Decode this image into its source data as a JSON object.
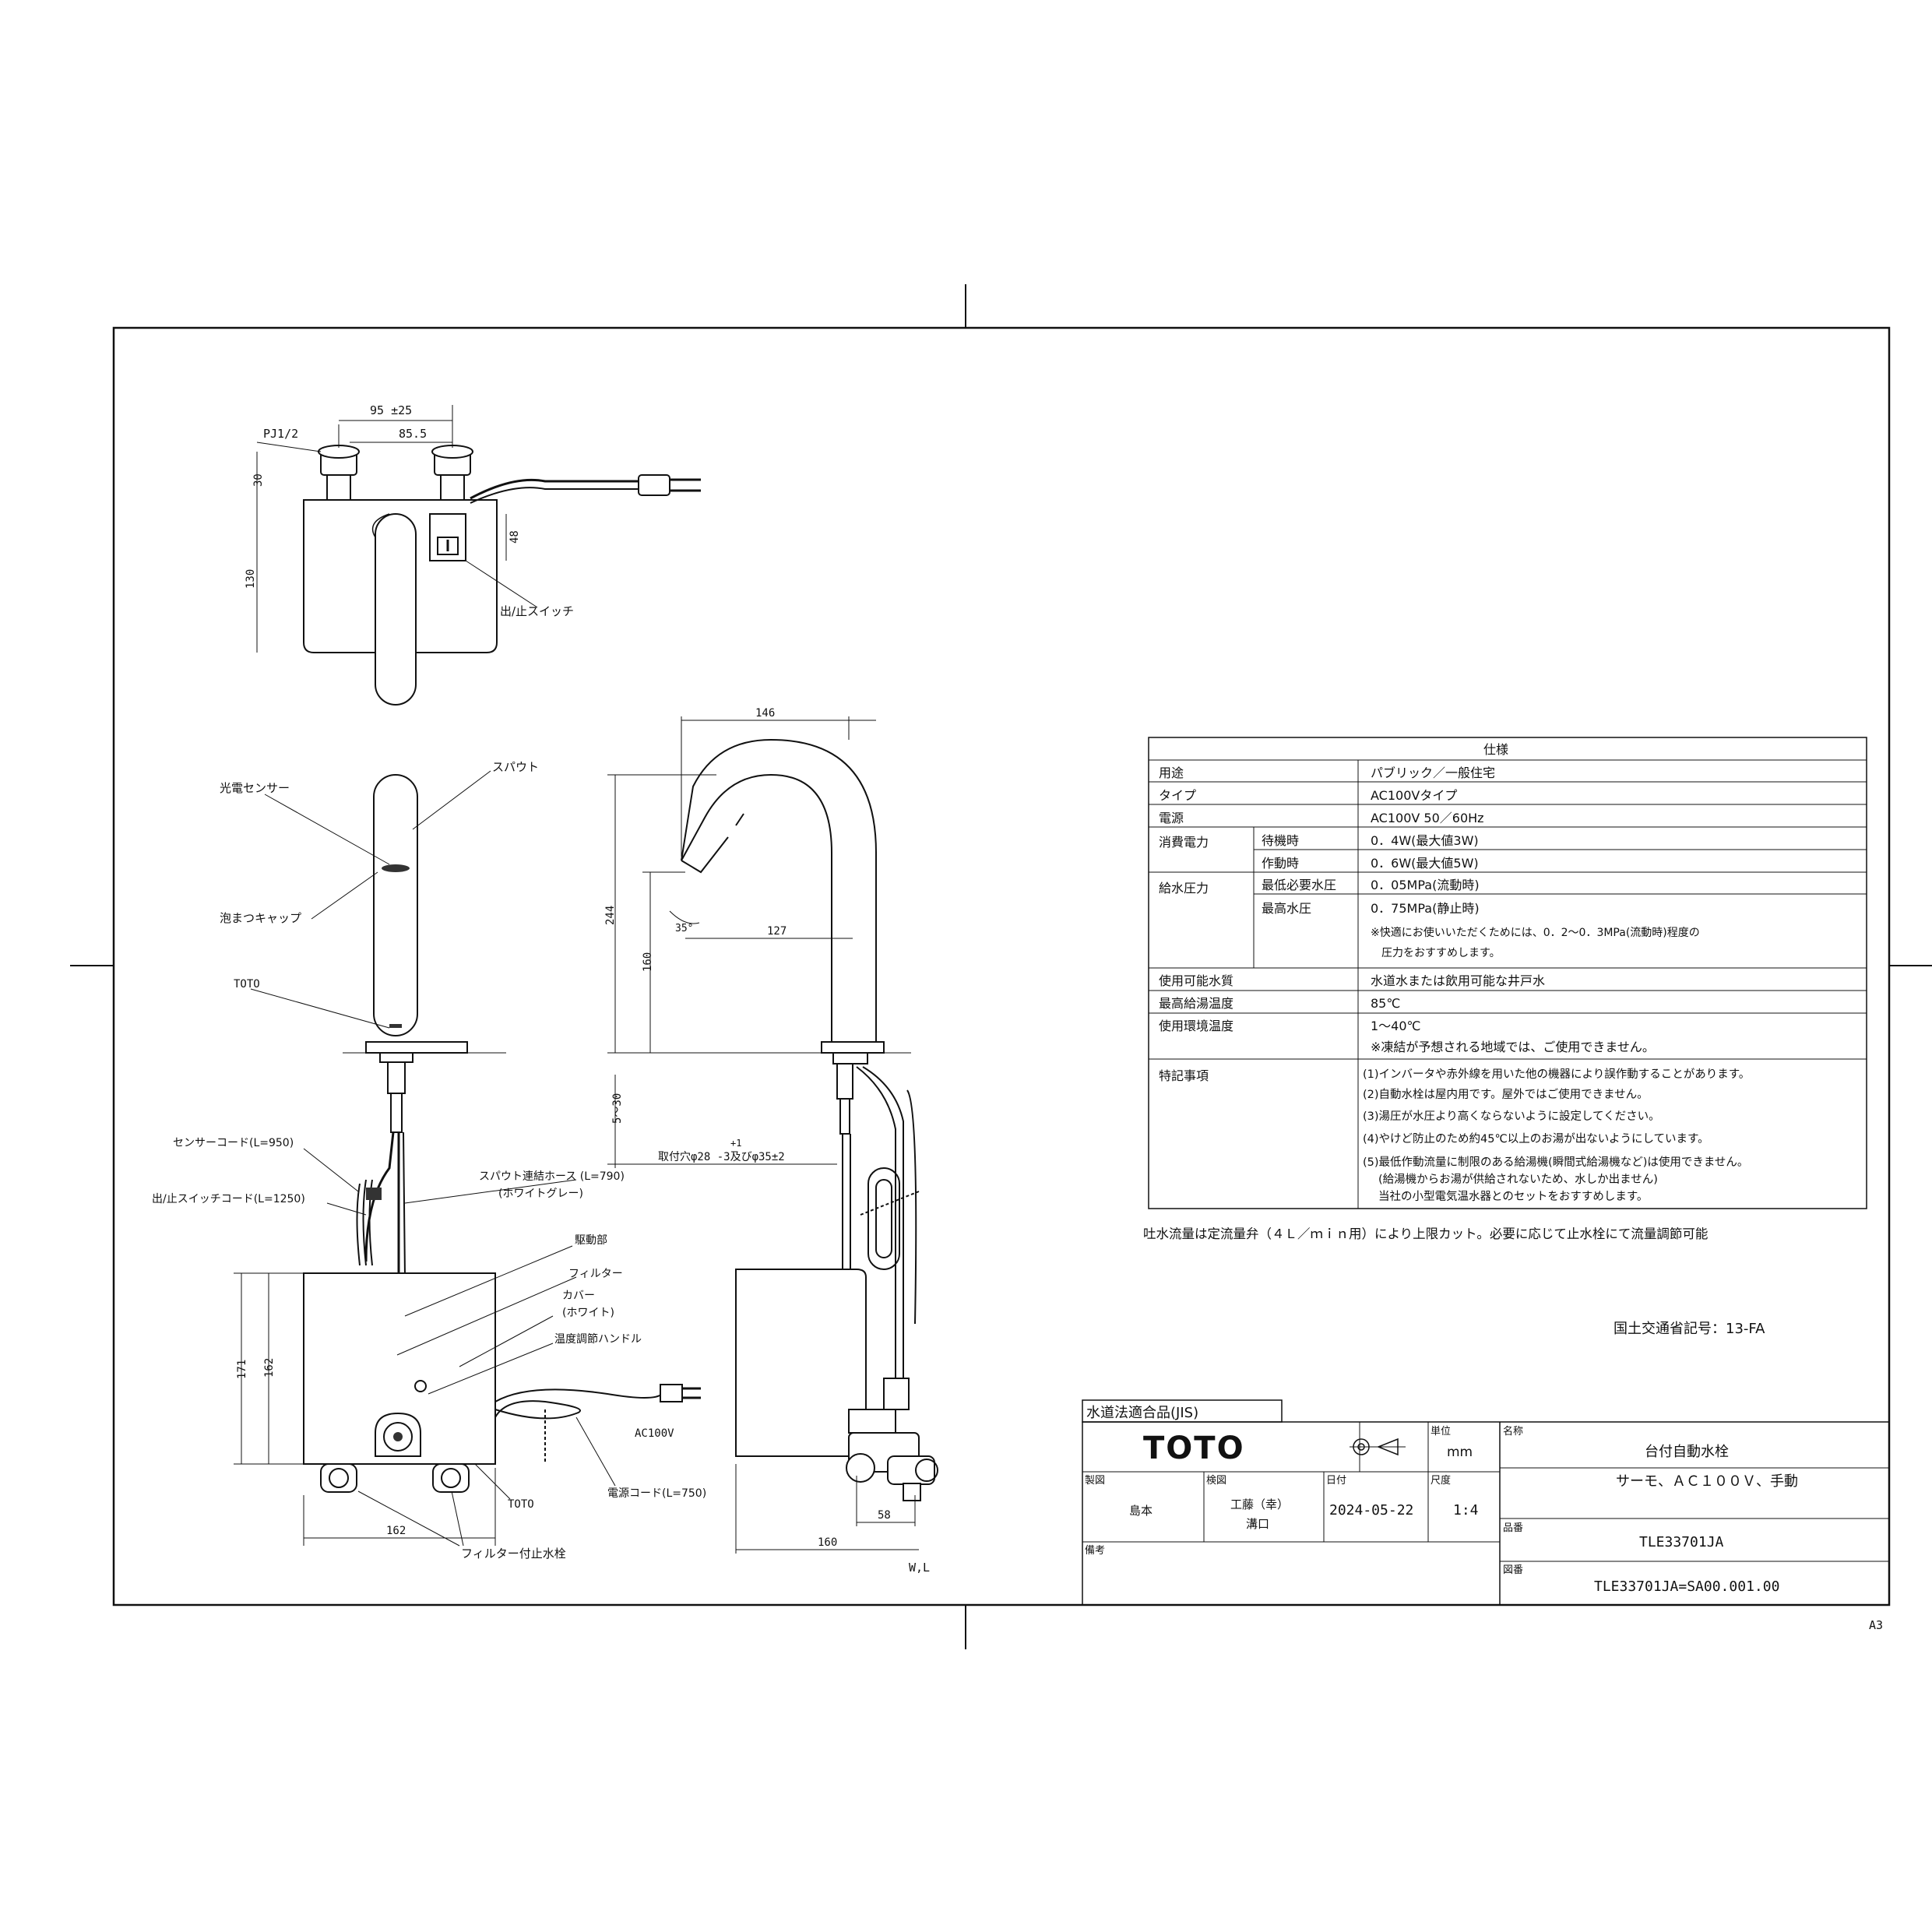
{
  "top_view": {
    "dim_95": "95 ±25",
    "dim_85": "85.5",
    "dim_30": "30",
    "dim_130": "130",
    "dim_48": "48",
    "label_pj": "PJ1/2",
    "label_switch": "出/止スイッチ"
  },
  "front_view": {
    "label_sensor": "光電センサー",
    "label_spout": "スパウト",
    "label_cap": "泡まつキャップ",
    "label_toto": "TOTO",
    "label_sensor_cord": "センサーコード(L=950)",
    "label_switch_cord": "出/止スイッチコード(L=1250)",
    "label_hose": "スパウト連結ホース (L=790)",
    "label_hose_color": "(ホワイトグレー)",
    "label_drive": "駆動部",
    "label_filter": "フィルター",
    "label_cover": "カバー",
    "label_cover_color": "(ホワイト)",
    "label_temp_handle": "温度調節ハンドル",
    "label_ac": "AC100V",
    "label_power_cord": "電源コード(L=750)",
    "label_toto2": "TOTO",
    "label_filter_valve": "フィルター付止水栓",
    "dim_171": "171",
    "dim_162v": "162",
    "dim_162h": "162"
  },
  "side_view": {
    "dim_146": "146",
    "dim_244": "244",
    "dim_160v": "160",
    "dim_35": "35°",
    "dim_127": "127",
    "dim_5_30": "5～30",
    "dim_hole_plus": "+1",
    "dim_hole": "取付穴φ28 -3及びφ35±2",
    "dim_58": "58",
    "dim_160h": "160",
    "label_wl": "W,L"
  },
  "spec": {
    "title": "仕様",
    "rows": [
      {
        "k": "用途",
        "v": "パブリック／一般住宅"
      },
      {
        "k": "タイプ",
        "v": "AC100Vタイプ"
      },
      {
        "k": "電源",
        "v": "AC100V 50／60Hz"
      }
    ],
    "power_label": "消費電力",
    "power_standby_k": "待機時",
    "power_standby_v": "0．4W(最大値3W)",
    "power_active_k": "作動時",
    "power_active_v": "0．6W(最大値5W)",
    "pressure_label": "給水圧力",
    "pressure_min_k": "最低必要水圧",
    "pressure_min_v": "0．05MPa(流動時)",
    "pressure_max_k": "最高水圧",
    "pressure_max_v": "0．75MPa(静止時)",
    "pressure_note1": "※快適にお使いいただくためには、0．2～0．3MPa(流動時)程度の",
    "pressure_note2": "圧力をおすすめします。",
    "water_k": "使用可能水質",
    "water_v": "水道水または飲用可能な井戸水",
    "maxtemp_k": "最高給湯温度",
    "maxtemp_v": "85℃",
    "envtemp_k": "使用環境温度",
    "envtemp_v": "1～40℃",
    "envtemp_note": "※凍結が予想される地域では、ご使用できません。",
    "notes_k": "特記事項",
    "notes": [
      "(1)インバータや赤外線を用いた他の機器により誤作動することがあります。",
      "(2)自動水栓は屋内用です。屋外ではご使用できません。",
      "(3)湯圧が水圧より高くならないように設定してください。",
      "(4)やけど防止のため約45℃以上のお湯が出ないようにしています。",
      "(5)最低作動流量に制限のある給湯機(瞬間式給湯機など)は使用できません。",
      "(給湯機からお湯が供給されないため、水しか出ません)",
      "当社の小型電気温水器とのセットをおすすめします。"
    ],
    "flow_note": "吐水流量は定流量弁（４Ｌ／ｍｉｎ用）により上限カット。必要に応じて止水栓にて流量調節可能",
    "mlit_code": "国土交通省記号：13-FA"
  },
  "title_block": {
    "jis": "水道法適合品(JIS)",
    "brand": "TOTO",
    "unit_label": "単位",
    "unit_value": "mm",
    "name_label": "名称",
    "name_1": "台付自動水栓",
    "name_2": "サーモ、ＡＣ１００Ｖ、手動",
    "drawn_label": "製図",
    "drawn_value": "島本",
    "checked_label": "検図",
    "checked_value_1": "工藤（幸）",
    "checked_value_2": "溝口",
    "date_label": "日付",
    "date_value": "2024-05-22",
    "scale_label": "尺度",
    "scale_value": "1:4",
    "part_label": "品番",
    "part_value": "TLE33701JA",
    "remark_label": "備考",
    "drawing_label": "図番",
    "drawing_value": "TLE33701JA=SA00.001.00",
    "sheet_size": "A3"
  }
}
